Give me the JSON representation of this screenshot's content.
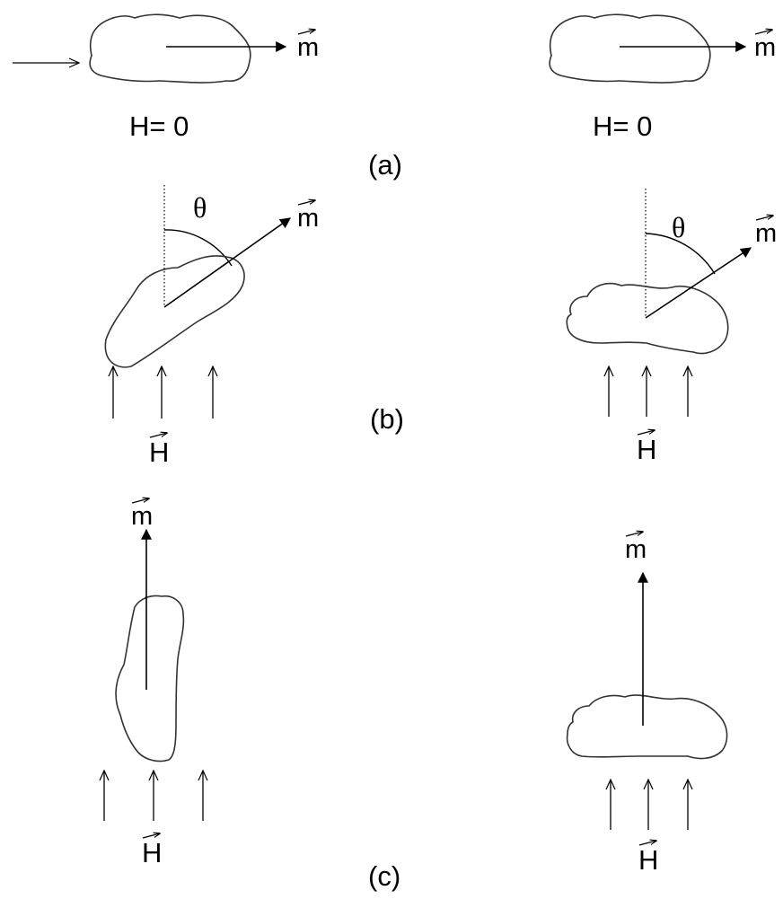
{
  "labels": {
    "m": "m",
    "H": "H",
    "theta": "θ",
    "h_zero": "H= 0",
    "panel_a": "(a)",
    "panel_b": "(b)",
    "panel_c": "(c)"
  }
}
